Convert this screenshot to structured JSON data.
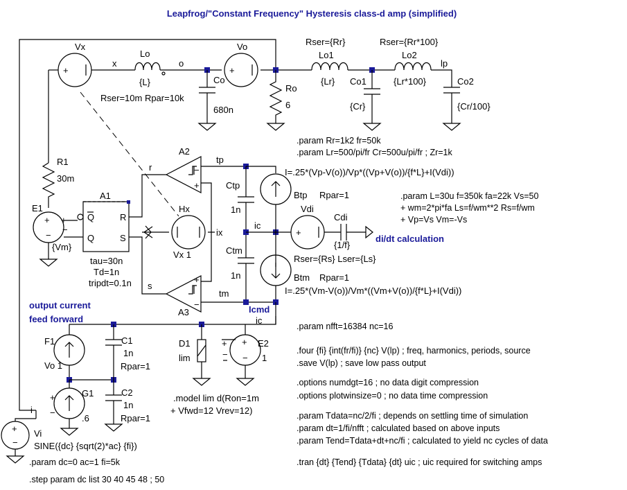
{
  "title": "Leapfrog/\"Constant Frequency\" Hysteresis class-d amp (simplified)",
  "labels": {
    "vx": "Vx",
    "x": "x",
    "lo": "Lo",
    "lo_val": "{L}",
    "o": "o",
    "vo": "Vo",
    "co": "Co",
    "co_val": "680n",
    "lo_par": "Rser=10m Rpar=10k",
    "ro": "Ro",
    "ro_val": "6",
    "rser_rr": "Rser={Rr}",
    "rser_rr100": "Rser={Rr*100}",
    "lo1": "Lo1",
    "lo1_val": "{Lr}",
    "co1": "Co1",
    "co1_val": "{Cr}",
    "lo2": "Lo2",
    "lo2_val": "{Lr*100}",
    "lp": "lp",
    "co2": "Co2",
    "co2_val": "{Cr/100}",
    "r1": "R1",
    "r1_val": "30m",
    "e1": "E1",
    "e1_val": "{Vm}",
    "a1": "A1",
    "qbar": "Q",
    "q": "Q",
    "r_pin": "R",
    "s_pin": "S",
    "a1_params": [
      "tau=30n",
      "Td=1n",
      "tripdt=0.1n"
    ],
    "a2": "A2",
    "a3": "A3",
    "r_net": "r",
    "s_net": "s",
    "tp": "tp",
    "tm": "tm",
    "hx": "Hx",
    "hx_val": "Vx 1",
    "ix": "ix",
    "ctp": "Ctp",
    "ctp_val": "1n",
    "ctm": "Ctm",
    "ctm_val": "1n",
    "ic": "ic",
    "btp": "Btp",
    "btp_rpar": "Rpar=1",
    "btm": "Btm",
    "btm_rpar": "Rpar=1",
    "btp_expr": "I=.25*(Vp-V(o))/Vp*((Vp+V(o))/{f*L}+I(Vdi))",
    "btm_expr": "I=.25*(Vm-V(o))/Vm*((Vm+V(o))/{f*L}+I(Vdi))",
    "btm_ser": "Rser={Rs} Lser={Ls}",
    "vdi": "Vdi",
    "cdi": "Cdi",
    "cdi_val": "{1/f}",
    "didt": "di/dt calculation",
    "icmd": "Icmd",
    "ic2": "ic",
    "ff1": "output current",
    "ff2": "feed forward",
    "f1": "F1",
    "f1_val": "Vo 1",
    "c1": "C1",
    "c1_val": "1n",
    "c1_rpar": "Rpar=1",
    "c2": "C2",
    "c2_val": "1n",
    "c2_rpar": "Rpar=1",
    "d1": "D1",
    "d1_val": "lim",
    "e2": "E2",
    "e2_val": "1",
    "g1": "G1",
    "g1_val": ".6",
    "i_net": "i",
    "vi": "Vi",
    "vi_val": "SINE({dc} {sqrt(2)*ac} {fi})",
    "model1": ".model lim d(Ron=1m",
    "model2": "+ Vfwd=12 Vrev=12)"
  },
  "directives": {
    "param_rr": [
      ".param Rr=1k2 fr=50k",
      ".param Lr=500/pi/fr Cr=500u/pi/fr ; Zr=1k"
    ],
    "param_l": [
      ".param L=30u f=350k fa=22k Vs=50",
      "+ wm=2*pi*fa Ls=f/wm**2 Rs=f/wm",
      "+ Vp=Vs Vm=-Vs"
    ],
    "nfft": ".param nfft=16384 nc=16",
    "four": ".four {fi} {int(fr/fi)} {nc} V(lp) ; freq, harmonics, periods, source",
    "save": ".save V(lp) ; save low pass output",
    "opt1": ".options numdgt=16 ; no data digit compression",
    "opt2": ".options plotwinsize=0 ; no data time compression",
    "tdata": ".param Tdata=nc/2/fi ; depends on settling time of simulation",
    "dt": ".param dt=1/fi/nfft ; calculated based on above inputs",
    "tend": ".param Tend=Tdata+dt+nc/fi ; calculated to yield nc cycles of data",
    "tran": ".tran {dt} {Tend} {Tdata} {dt} uic ; uic required for switching amps",
    "dcparam": ".param dc=0 ac=1 fi=5k",
    "step": ".step param dc list 30 40 45 48 ; 50"
  },
  "colors": {
    "wire": "#000000",
    "junction": "#1a1a99",
    "heading": "#1a1a99"
  }
}
